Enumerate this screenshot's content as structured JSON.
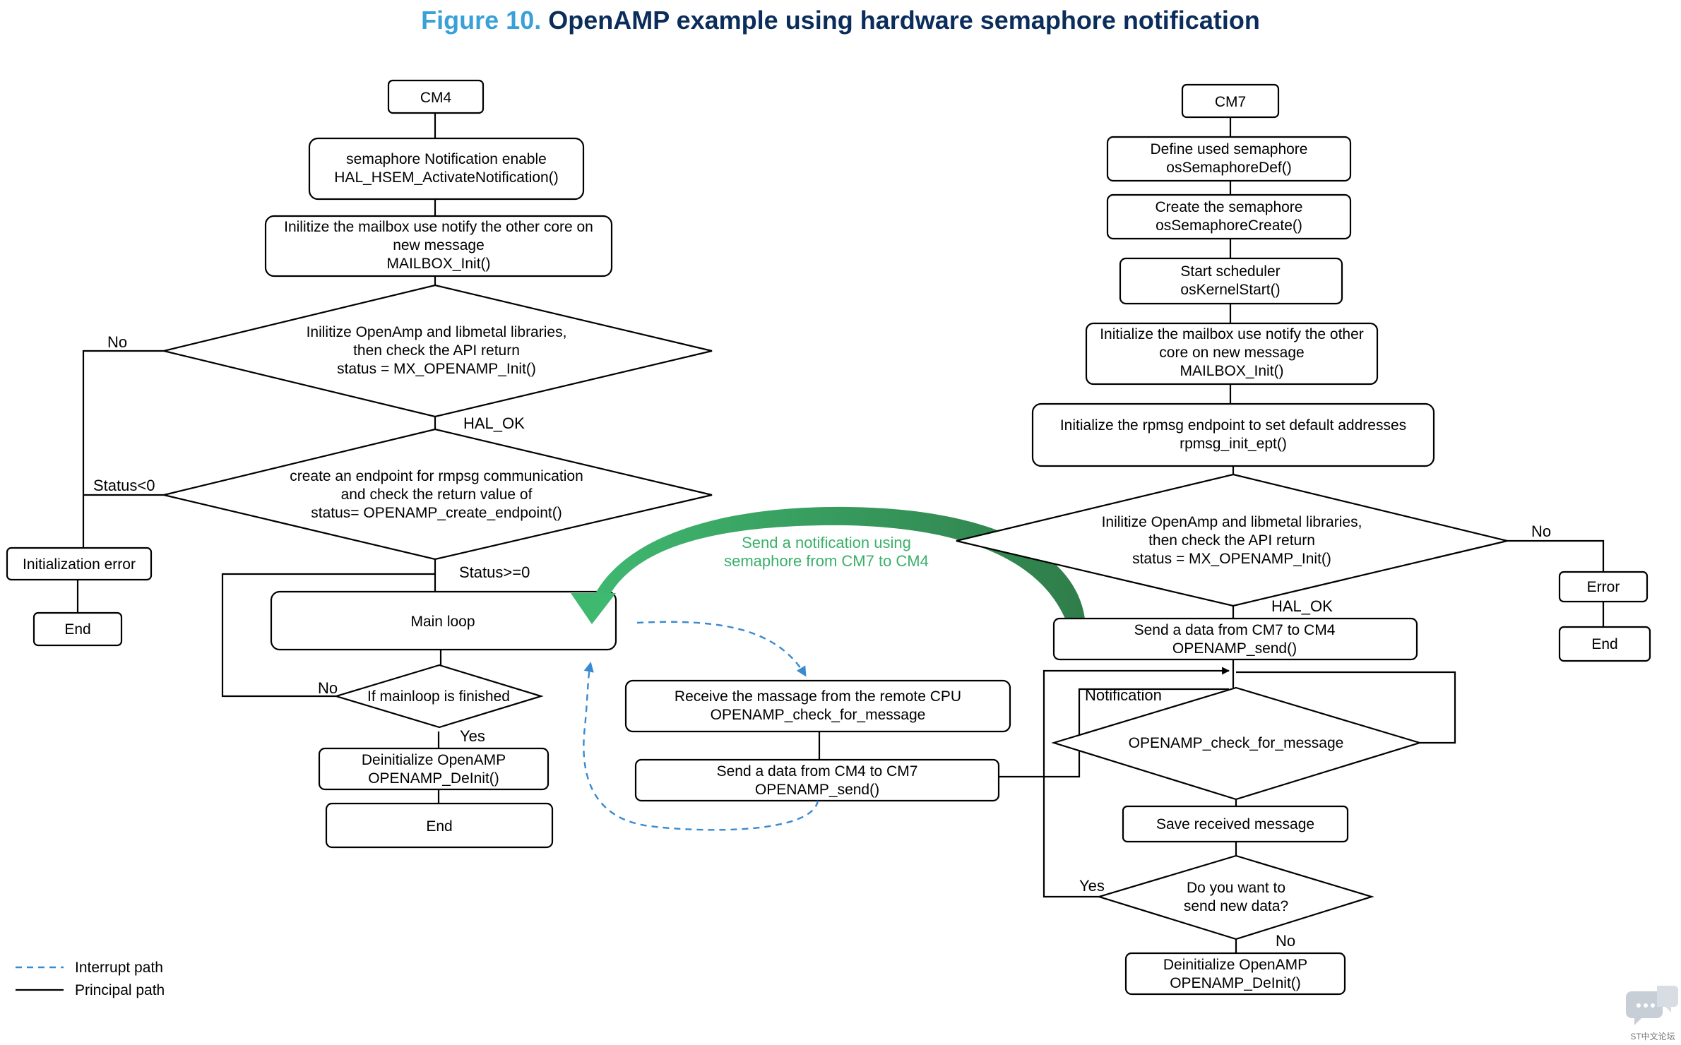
{
  "figure": {
    "number": "Figure 10.",
    "caption": "OpenAMP example using hardware semaphore notification"
  },
  "cm4": {
    "start": "CM4",
    "sem_enable": [
      "semaphore Notification enable",
      "HAL_HSEM_ActivateNotification()"
    ],
    "mailbox_init": [
      "Inilitize the mailbox use notify the other core on",
      "new message",
      "MAILBOX_Init()"
    ],
    "openamp_init": [
      "Inilitize OpenAmp and libmetal libraries,",
      "then check the API return",
      "status = MX_OPENAMP_Init()"
    ],
    "create_endpoint": [
      "create an endpoint for rmpsg communication",
      "and check the return value of",
      "status= OPENAMP_create_endpoint()"
    ],
    "init_error": "Initialization error",
    "end_error": "End",
    "main_loop": "Main loop",
    "loop_finished": "If mainloop is finished",
    "deinit": [
      "Deinitialize OpenAMP",
      "OPENAMP_DeInit()"
    ],
    "end": "End",
    "label_no": "No",
    "label_hal_ok": "HAL_OK",
    "label_status_lt0": "Status<0",
    "label_status_ge0": "Status>=0",
    "label_no_loop": "No",
    "label_yes": "Yes"
  },
  "middle": {
    "receive": [
      "Receive the massage from the remote CPU",
      "OPENAMP_check_for_message"
    ],
    "send_cm4": [
      "Send a data from CM4 to CM7",
      "OPENAMP_send()"
    ],
    "notification_text": [
      "Send a notification using",
      "semaphore from CM7 to CM4"
    ]
  },
  "cm7": {
    "start": "CM7",
    "define_sem": [
      "Define used semaphore",
      "osSemaphoreDef()"
    ],
    "create_sem": [
      "Create the semaphore",
      "osSemaphoreCreate()"
    ],
    "scheduler": [
      "Start scheduler",
      "osKernelStart()"
    ],
    "mailbox_init": [
      "Initialize the mailbox use notify the other",
      "core on new message",
      "MAILBOX_Init()"
    ],
    "rpmsg_init": [
      "Initialize the rpmsg endpoint to set default addresses",
      "rpmsg_init_ept()"
    ],
    "openamp_init": [
      "Inilitize OpenAmp and libmetal libraries,",
      "then check the API return",
      "status = MX_OPENAMP_Init()"
    ],
    "error": "Error",
    "end_error": "End",
    "send_cm7": [
      "Send a data from CM7 to CM4",
      "OPENAMP_send()"
    ],
    "check_msg": "OPENAMP_check_for_message",
    "save_msg": "Save received message",
    "send_new": [
      "Do you want to",
      "send new data?"
    ],
    "deinit": [
      "Deinitialize OpenAMP",
      "OPENAMP_DeInit()"
    ],
    "label_no": "No",
    "label_hal_ok": "HAL_OK",
    "label_notification": "Notification",
    "label_yes": "Yes",
    "label_no2": "No"
  },
  "legend": {
    "interrupt": "Interrupt path",
    "principal": "Principal path"
  },
  "colors": {
    "title_number": "#3aa0d8",
    "title_caption": "#0b2d5b",
    "interrupt_path": "#3a8ad0",
    "notification_arrow": "#3aa865",
    "notification_text": "#3bb06a"
  },
  "watermark_text": "ST中文论坛"
}
